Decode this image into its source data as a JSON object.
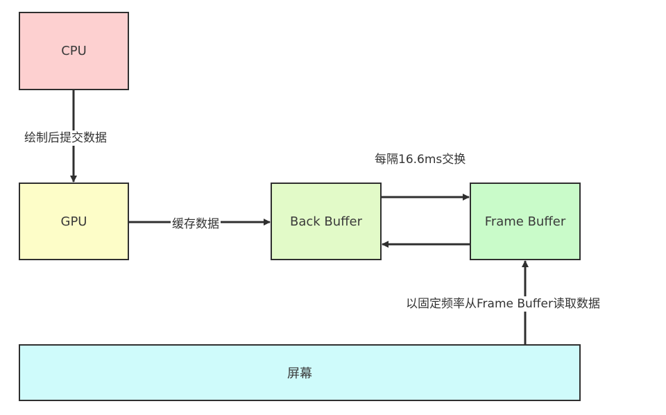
{
  "colors": {
    "cpu_fill": "#fdd0d0",
    "gpu_fill": "#fdfdc8",
    "back_buffer_fill": "#e2fac8",
    "frame_buffer_fill": "#c9fbc9",
    "screen_fill": "#cffbfb",
    "stroke": "#2f2f2f"
  },
  "nodes": {
    "cpu": "CPU",
    "gpu": "GPU",
    "back_buffer": "Back Buffer",
    "frame_buffer": "Frame Buffer",
    "screen": "屏幕"
  },
  "edges": {
    "cpu_to_gpu": "绘制后提交数据",
    "gpu_to_back": "缓存数据",
    "swap": "每隔16.6ms交换",
    "screen_read": "以固定频率从Frame Buffer读取数据"
  }
}
